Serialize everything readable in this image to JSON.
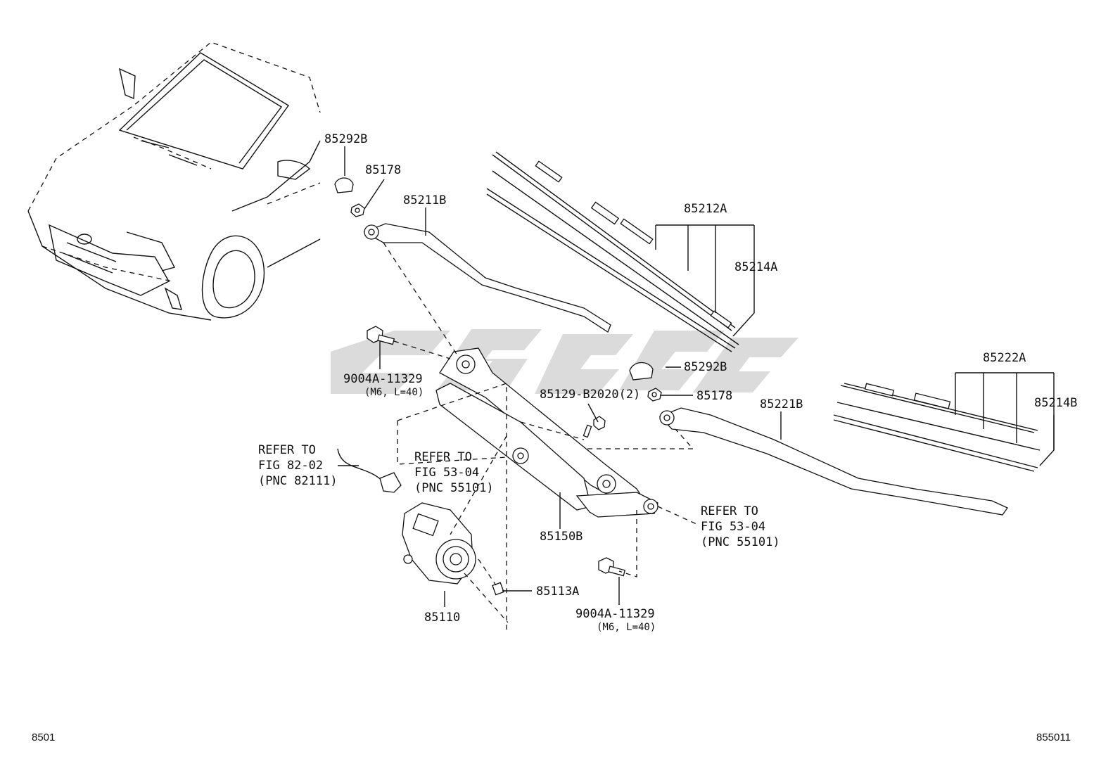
{
  "parts": {
    "p85292B_left": "85292B",
    "p85178_left": "85178",
    "p85211B": "85211B",
    "p85212A": "85212A",
    "p85214A": "85214A",
    "p9004A_left": "9004A-11329",
    "p9004A_left_sub": "(M6, L=40)",
    "p85292B_right": "85292B",
    "p85129": "85129-B2020(2)",
    "p85178_right": "85178",
    "p85221B": "85221B",
    "p85222A": "85222A",
    "p85214B": "85214B",
    "p85150B": "85150B",
    "p85113A": "85113A",
    "p85110": "85110",
    "p9004A_right": "9004A-11329",
    "p9004A_right_sub": "(M6, L=40)"
  },
  "refs": {
    "ref_82_02": [
      "REFER TO",
      "FIG 82-02",
      "(PNC 82111)"
    ],
    "ref_53_04_left": [
      "REFER TO",
      "FIG 53-04",
      "(PNC 55101)"
    ],
    "ref_53_04_right": [
      "REFER TO",
      "FIG 53-04",
      "(PNC 55101)"
    ]
  },
  "footer": {
    "left_code": "8501",
    "right_code": "855011"
  }
}
